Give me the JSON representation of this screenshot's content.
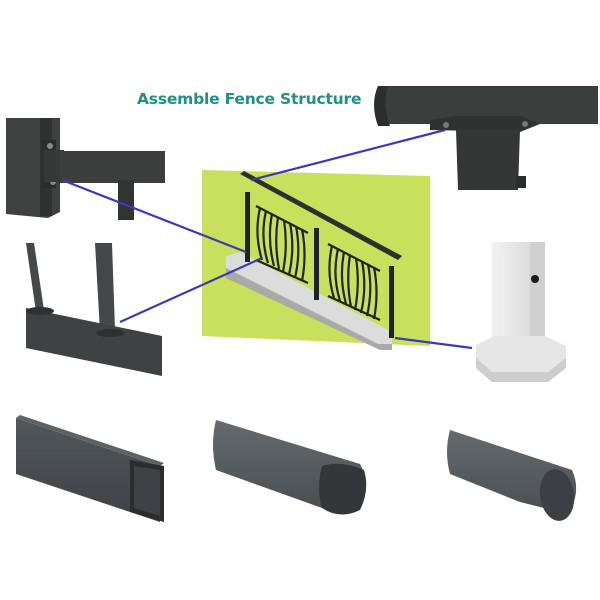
{
  "title": "Assemble Fence Structure",
  "colors": {
    "title": "#1f8f88",
    "connector_line": "#3a3ab8",
    "panel_background": "#c9e05c",
    "metal_dark": "#3b3d3d",
    "metal_gray": "#5a5e62",
    "post_white": "#e8e8e8"
  },
  "parts": [
    {
      "id": "bracket-joint",
      "description": "Rail-to-post bracket joint",
      "position": "top-left"
    },
    {
      "id": "handrail-bracket",
      "description": "Handrail with saddle bracket",
      "position": "top-right"
    },
    {
      "id": "picket-base-rail",
      "description": "Pickets into bottom rail",
      "position": "middle-left"
    },
    {
      "id": "post-base",
      "description": "Post with base cover",
      "position": "middle-right"
    },
    {
      "id": "square-tube",
      "description": "Square tube profile",
      "position": "bottom-left"
    },
    {
      "id": "shaped-tube",
      "description": "Bevelled rectangular tube profile",
      "position": "bottom-center"
    },
    {
      "id": "oval-tube",
      "description": "Oval tube profile",
      "position": "bottom-right"
    }
  ],
  "center_diagram": {
    "description": "Stair railing with curved balusters on green panel"
  }
}
